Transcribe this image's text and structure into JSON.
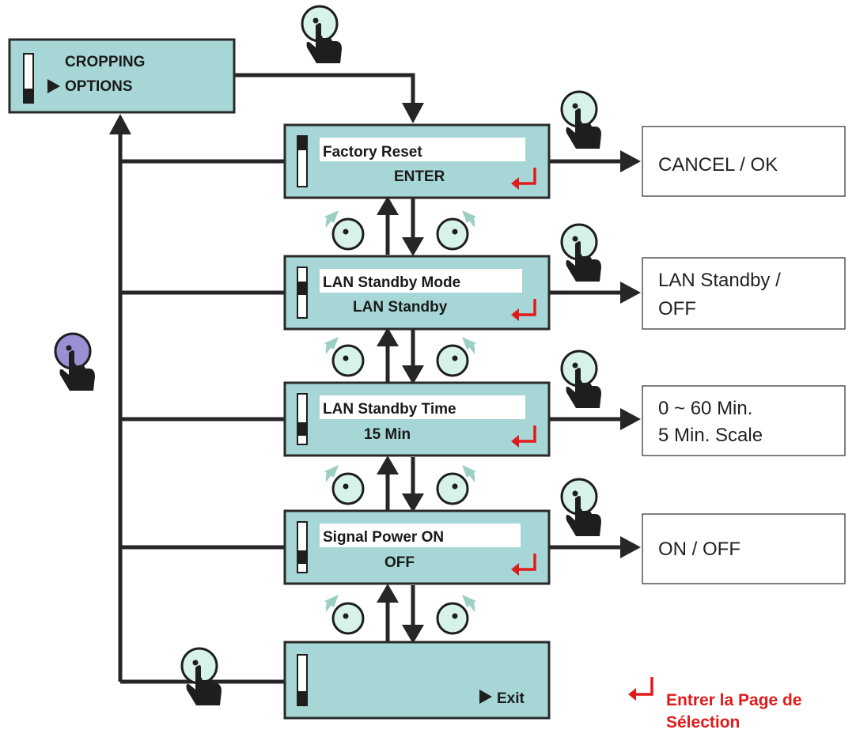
{
  "root_menu": {
    "line1": "CROPPING",
    "line2": "OPTIONS"
  },
  "items": [
    {
      "title": "Factory Reset",
      "value": "ENTER",
      "option_lines": [
        "CANCEL / OK"
      ]
    },
    {
      "title": "LAN Standby Mode",
      "value": "LAN Standby",
      "option_lines": [
        "LAN Standby /",
        "OFF"
      ]
    },
    {
      "title": "LAN Standby Time",
      "value": "15 Min",
      "option_lines": [
        "0 ~ 60 Min.",
        "5 Min. Scale"
      ]
    },
    {
      "title": "Signal Power ON",
      "value": "OFF",
      "option_lines": [
        "ON / OFF"
      ]
    }
  ],
  "exit_box": {
    "label": "Exit"
  },
  "legend": {
    "line1": "Entrer la Page de",
    "line2": "Sélection"
  },
  "colors": {
    "menu_fill": "#a6d6d6",
    "knob_fill": "#d7f2ea",
    "knob_active": "#9b8fd4",
    "enter_red": "#e01b1b"
  },
  "icons": [
    "hand-press-knob-icon",
    "rotate-knob-icon",
    "enter-return-icon",
    "scrollbar-indicator-icon",
    "triangle-pointer-icon"
  ]
}
